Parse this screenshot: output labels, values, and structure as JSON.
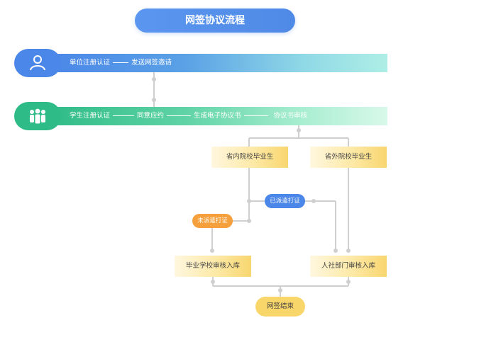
{
  "title": "网签协议流程",
  "row1": {
    "step1": "单位注册认证",
    "step2": "发送网签邀请"
  },
  "row2": {
    "step1": "学生注册认证",
    "step2": "同意应约",
    "step3": "生成电子协议书",
    "step4": "协议书审核"
  },
  "boxes": {
    "inner": "省内院校毕业生",
    "outer": "省外院校毕业生",
    "school": "毕业学校审核入库",
    "hr": "人社部门审核入库"
  },
  "chips": {
    "dispatched": "已派遣打证",
    "not_dispatched": "未派遣打证"
  },
  "end": "网签结束",
  "colors": {
    "blue": "#4b87e8",
    "green": "#2fbb88",
    "orange": "#f5a03c",
    "yellow": "#f9d66a",
    "line": "#c8c8c8"
  },
  "icons": {
    "row1": "user-icon",
    "row2": "group-icon"
  }
}
